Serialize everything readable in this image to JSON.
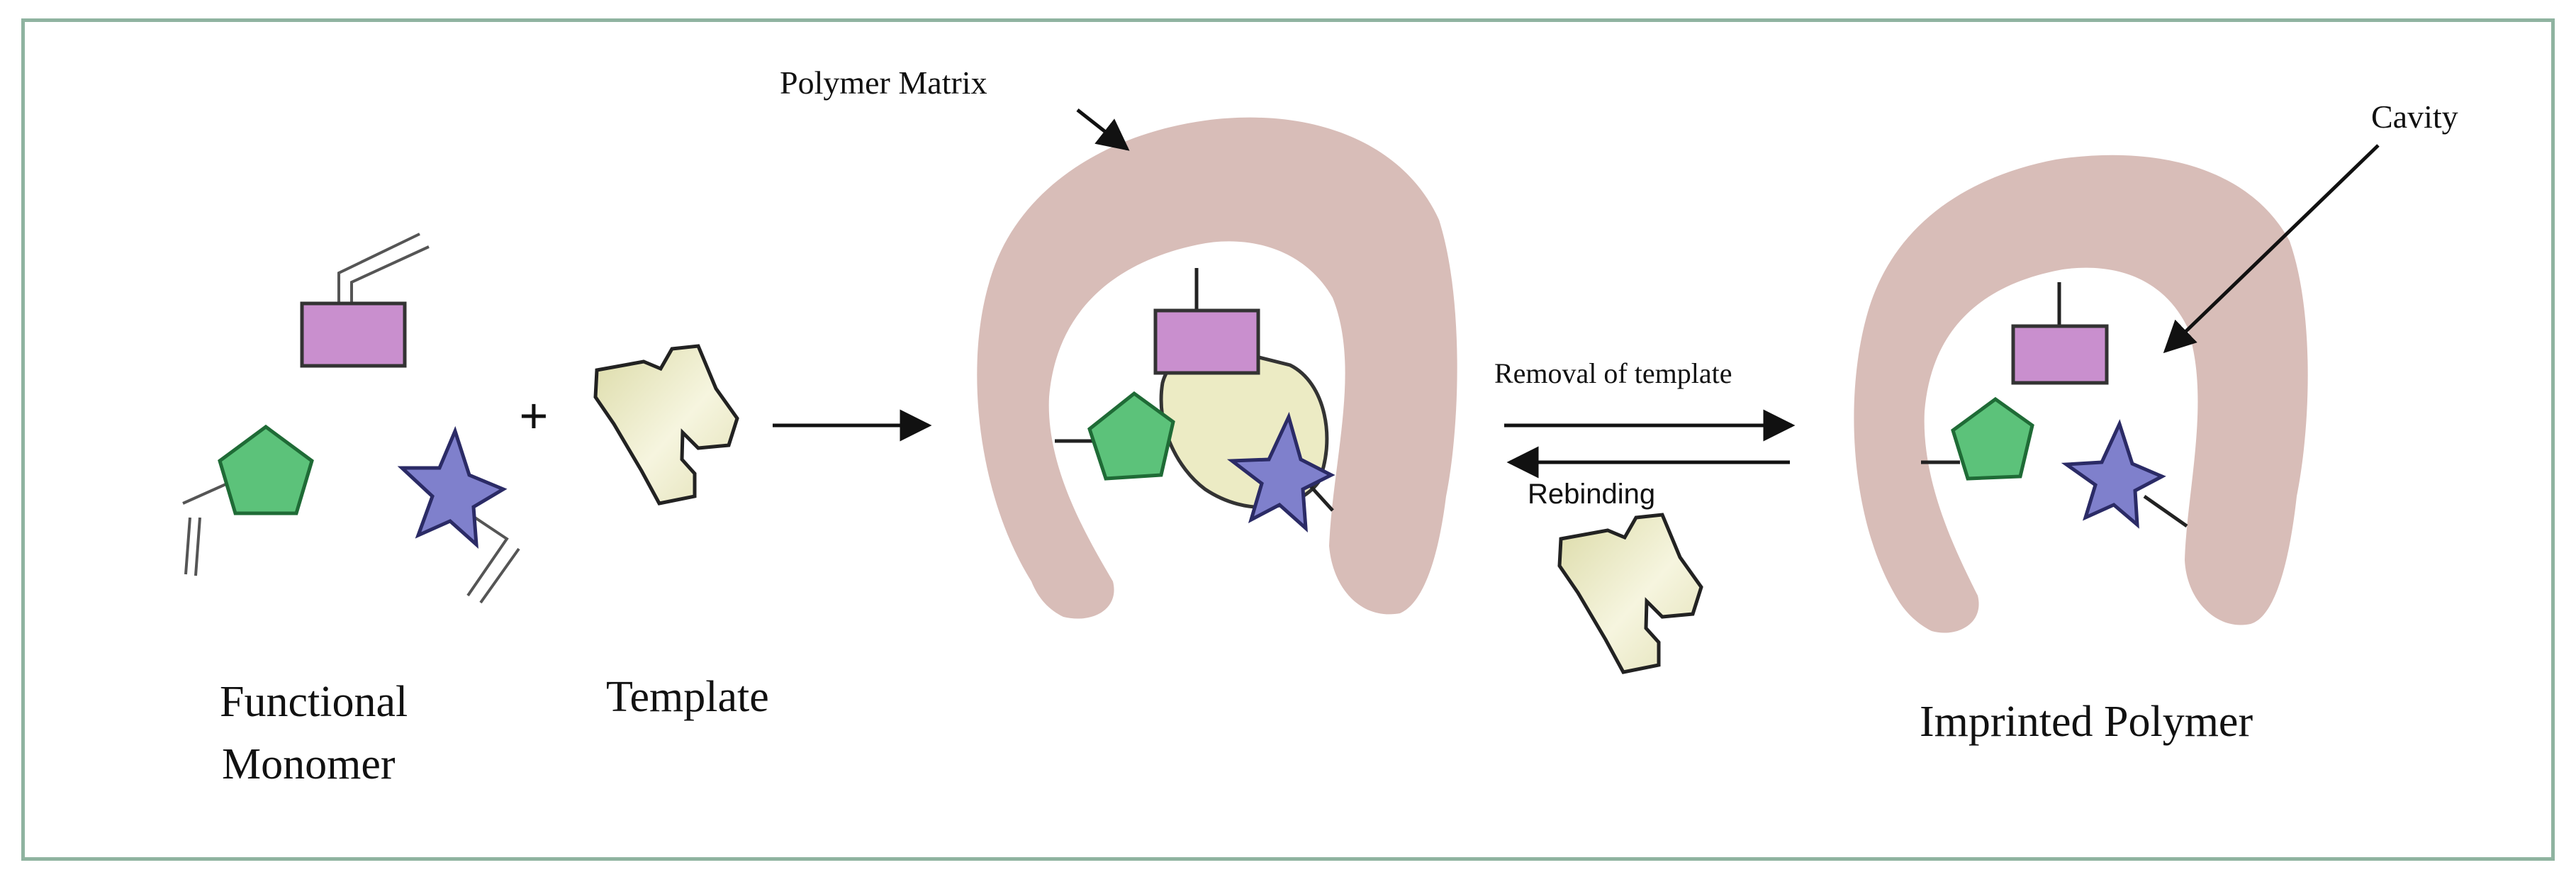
{
  "labels": {
    "functional_monomer_line1": "Functional",
    "functional_monomer_line2": "Monomer",
    "template": "Template",
    "plus": "+",
    "polymer_matrix": "Polymer Matrix",
    "removal": "Removal of template",
    "rebinding": "Rebinding",
    "cavity": "Cavity",
    "imprinted_polymer": "Imprinted Polymer"
  },
  "colors": {
    "frame": "#8fb3a0",
    "polymer": "#d8bdb8",
    "rectangle_monomer": "#c98fce",
    "pentagon_monomer": "#5cc27a",
    "star_monomer": "#7f80cc",
    "template_fill": "#ecebc4",
    "outline": "#2a2a3a"
  },
  "icons": {
    "rectangle": "rectangle-monomer-icon",
    "pentagon": "pentagon-monomer-icon",
    "star": "star-monomer-icon",
    "template": "template-molecule-icon"
  }
}
